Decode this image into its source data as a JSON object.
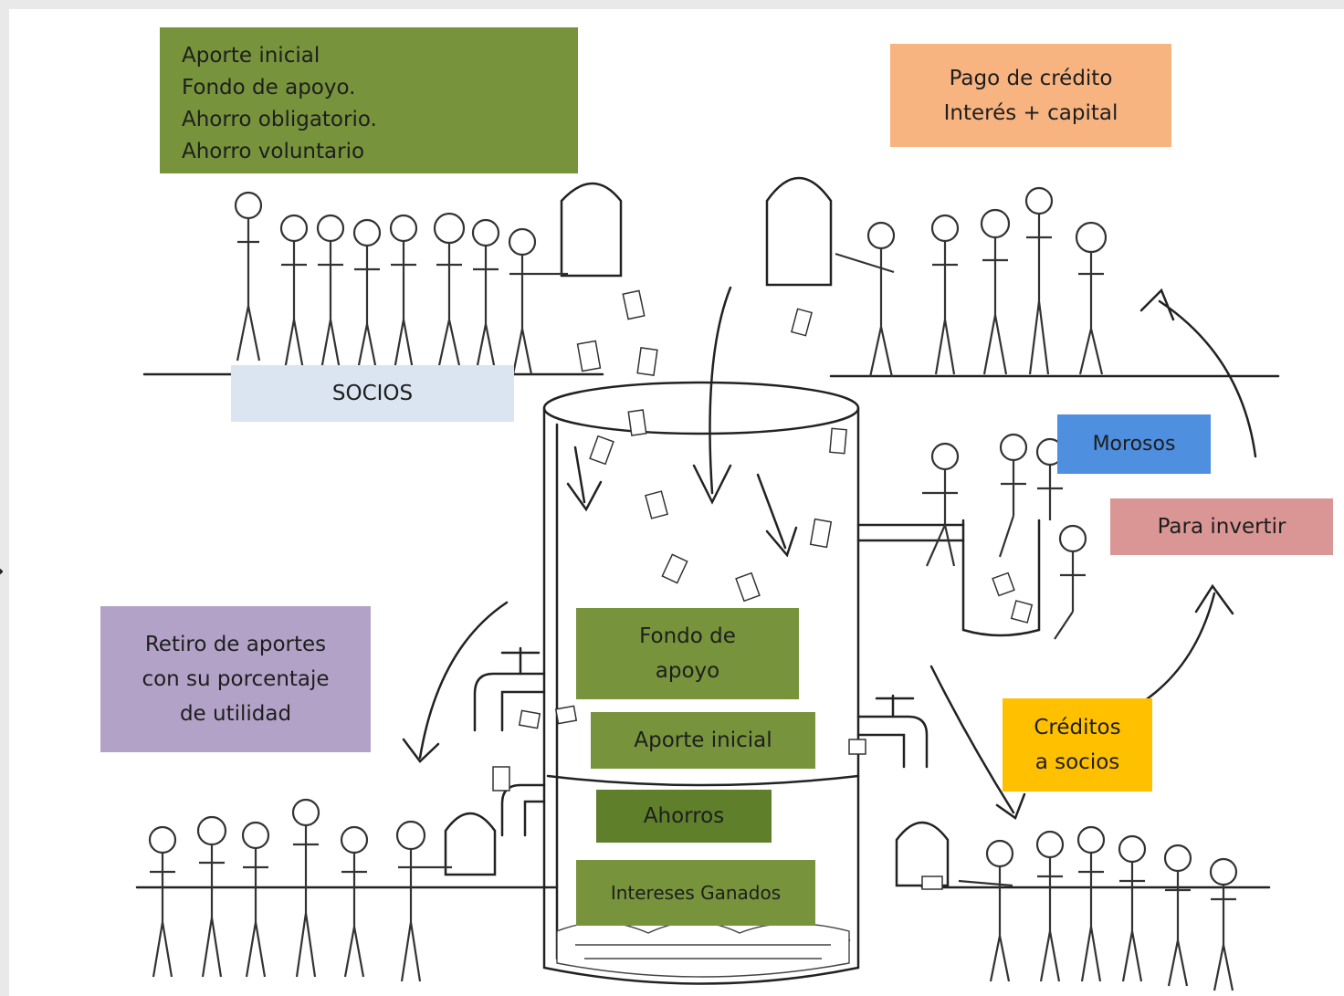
{
  "labels": {
    "contributions": [
      "Aporte inicial",
      "Fondo de apoyo.",
      "Ahorro obligatorio.",
      "Ahorro voluntario"
    ],
    "loan_payment": [
      "Pago de crédito",
      "Interés  +  capital"
    ],
    "members": "SOCIOS",
    "defaulters": "Morosos",
    "to_invest": "Para invertir",
    "withdrawal": [
      "Retiro de aportes",
      "con su porcentaje",
      "de utilidad"
    ],
    "support_fund": [
      "Fondo  de",
      "apoyo"
    ],
    "initial_contribution": "Aporte inicial",
    "savings": "Ahorros",
    "interest_earned": "Intereses Ganados",
    "member_credits": [
      "Créditos",
      "a socios"
    ]
  },
  "colors": {
    "green": "#77933c",
    "dark_green": "#5f7f2b",
    "orange": "#f7b380",
    "light_blue": "#dbe5f1",
    "blue": "#4f8fe0",
    "rose": "#d99694",
    "purple": "#b3a2c7",
    "yellow": "#ffc000"
  }
}
